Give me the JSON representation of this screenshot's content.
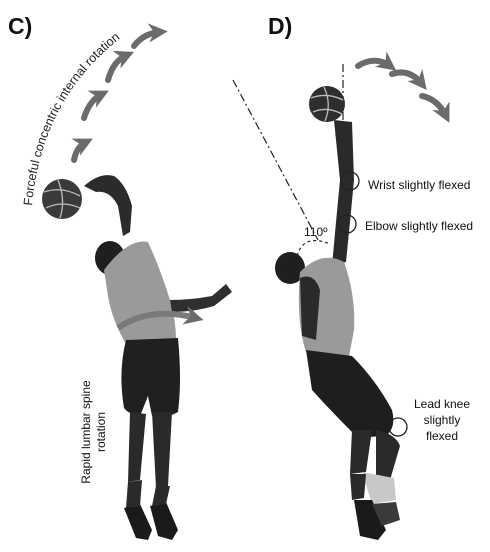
{
  "figure": {
    "panels": [
      {
        "letter": "C)",
        "annotations": {
          "shoulder_rotation": "Forceful concentric internal rotation",
          "spine_line1": "Rapid lumbar spine",
          "spine_line2": "rotation"
        }
      },
      {
        "letter": "D)",
        "annotations": {
          "angle": "110º",
          "wrist": "Wrist slightly flexed",
          "elbow": "Elbow slightly flexed",
          "knee_line1": "Lead knee",
          "knee_line2": "slightly",
          "knee_line3": "flexed"
        }
      }
    ],
    "colors": {
      "ink": "#1a1a1a",
      "shirt": "#9a9a9a",
      "arrow": "#6b6b6b"
    },
    "icons": [
      "ball-icon",
      "motion-arrow-icon",
      "joint-marker-icon"
    ]
  }
}
